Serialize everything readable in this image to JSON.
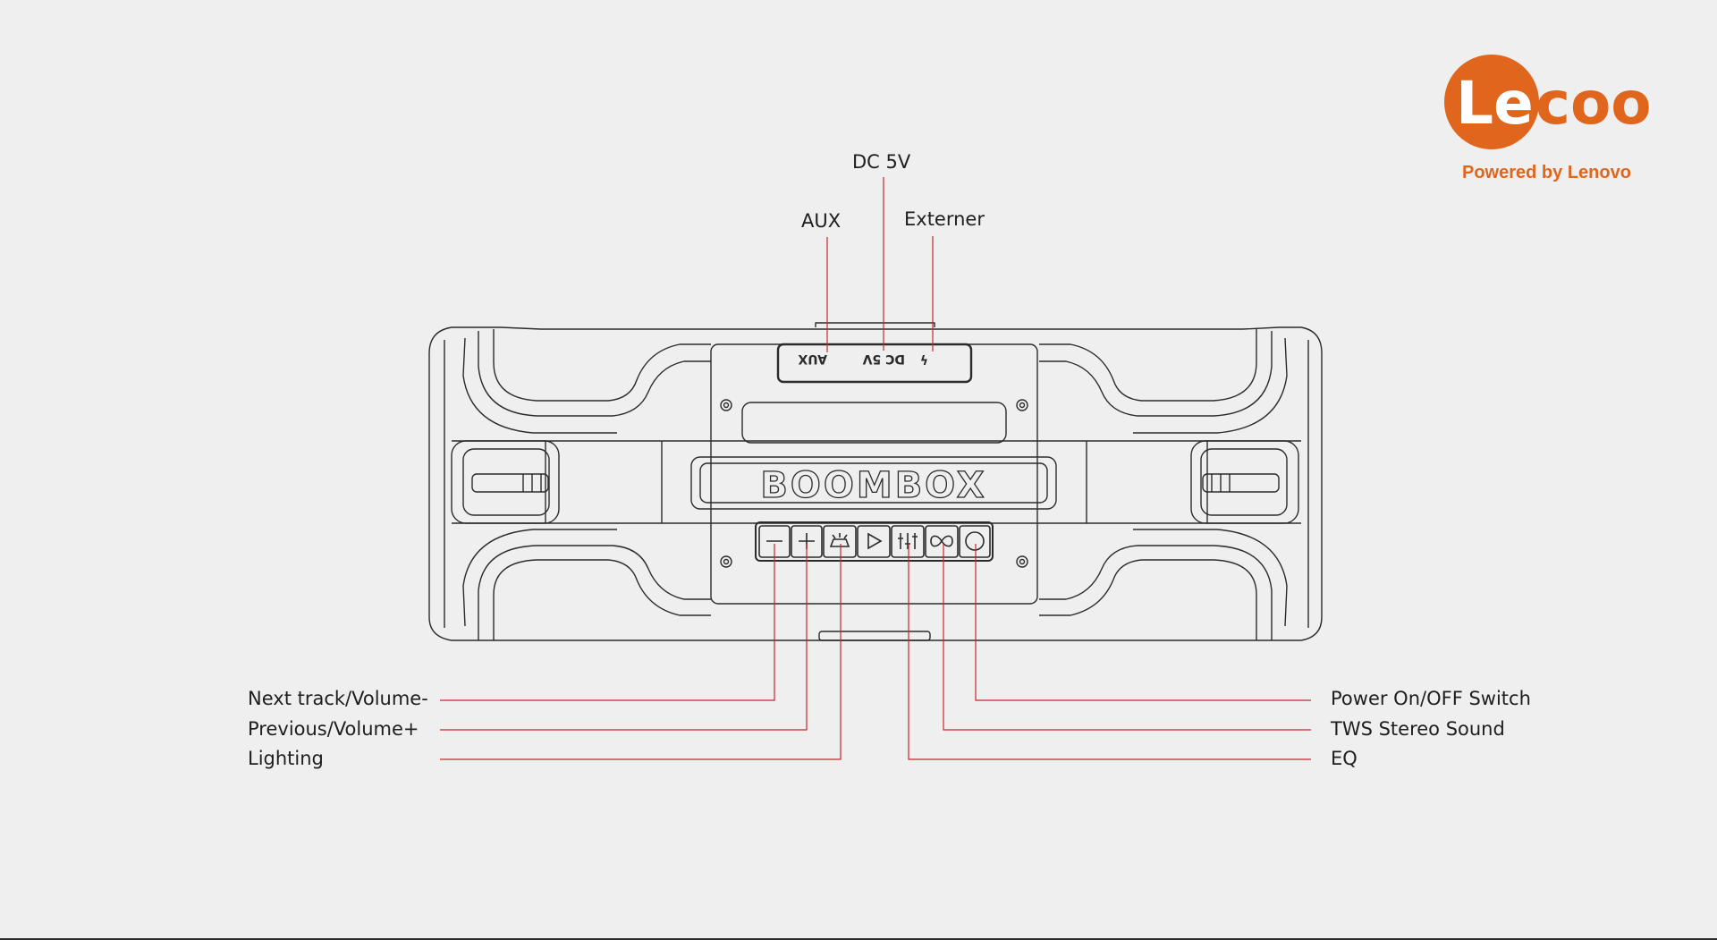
{
  "brand": {
    "logo_text": "Lecoo",
    "tagline": "Powered by Lenovo",
    "color": "#e0661d"
  },
  "device": {
    "name_plate": "BOOMBOX",
    "port_markings": [
      "AUX",
      "DC 5V",
      "ϟ"
    ]
  },
  "callouts": {
    "top": [
      "DC 5V",
      "AUX",
      "Externer"
    ],
    "left": [
      "Next track/Volume-",
      "Previous/Volume+",
      "Lighting"
    ],
    "right": [
      "Power On/OFF Switch",
      "TWS Stereo Sound",
      "EQ"
    ]
  },
  "buttons": [
    {
      "icon": "minus-icon"
    },
    {
      "icon": "plus-icon"
    },
    {
      "icon": "lighting-icon"
    },
    {
      "icon": "play-icon"
    },
    {
      "icon": "eq-icon"
    },
    {
      "icon": "tws-icon"
    },
    {
      "icon": "power-icon"
    }
  ],
  "colors": {
    "background": "#efefef",
    "line_art": "#2b2b2b",
    "leader_line": "#c8262c",
    "brand": "#e0661d"
  }
}
